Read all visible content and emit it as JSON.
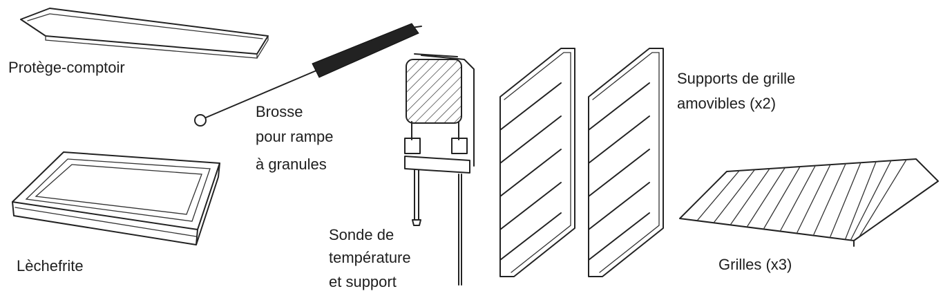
{
  "labels": {
    "counter_protector": "Protège-comptoir",
    "drip_pan": "Lèchefrite",
    "brush": [
      "Brosse",
      "pour rampe",
      "à granules"
    ],
    "probe": [
      "Sonde de",
      "température",
      "et support"
    ],
    "rack_supports": [
      "Supports de grille",
      "amovibles (x2)"
    ],
    "racks": "Grilles (x3)"
  }
}
